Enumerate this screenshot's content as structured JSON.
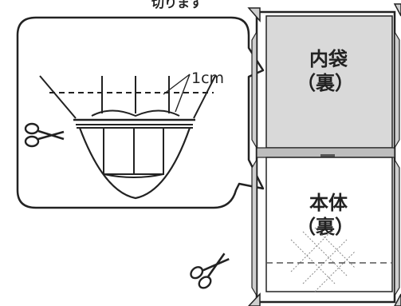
{
  "top_caption": "切ります",
  "callout": {
    "measurement": "1cm"
  },
  "panels": {
    "inner_bag": {
      "name": "内袋",
      "side": "（裏）"
    },
    "main_body": {
      "name": "本体",
      "side": "（裏）"
    }
  },
  "colors": {
    "inner_bag_fill": "#d9d9d9",
    "outline": "#222222",
    "seam_band": "#bdbdbd"
  },
  "icons": [
    "scissors-icon",
    "scissors-icon",
    "cut-corner-marker-icon"
  ]
}
